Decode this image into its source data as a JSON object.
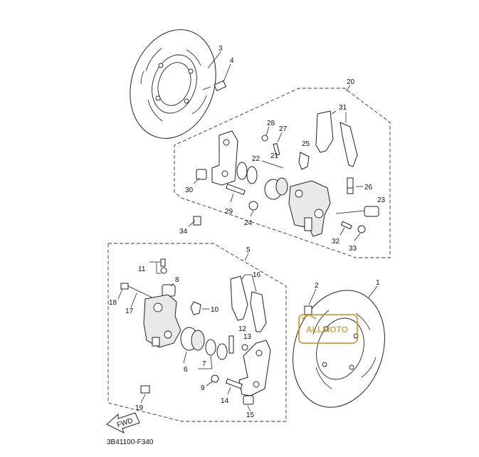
{
  "title_code": "3B41100-F340",
  "fwd_label": "FWD",
  "watermark_text": "ALLMOTO",
  "callouts": {
    "c1": "1",
    "c2": "2",
    "c3": "3",
    "c4": "4",
    "c5": "5",
    "c6": "6",
    "c7": "7",
    "c8": "8",
    "c9": "9",
    "c10": "10",
    "c11": "11",
    "c12": "12",
    "c13": "13",
    "c14": "14",
    "c15": "15",
    "c16": "16",
    "c17": "17",
    "c18": "18",
    "c19": "19",
    "c20": "20",
    "c21": "21",
    "c22": "22",
    "c23": "23",
    "c24": "24",
    "c25": "25",
    "c26": "26",
    "c27": "27",
    "c28": "28",
    "c29": "29",
    "c30": "30",
    "c31": "31",
    "c32": "32",
    "c33": "33",
    "c34": "34"
  },
  "colors": {
    "line": "#222222",
    "watermark": "#c98a1e",
    "background": "#ffffff"
  }
}
